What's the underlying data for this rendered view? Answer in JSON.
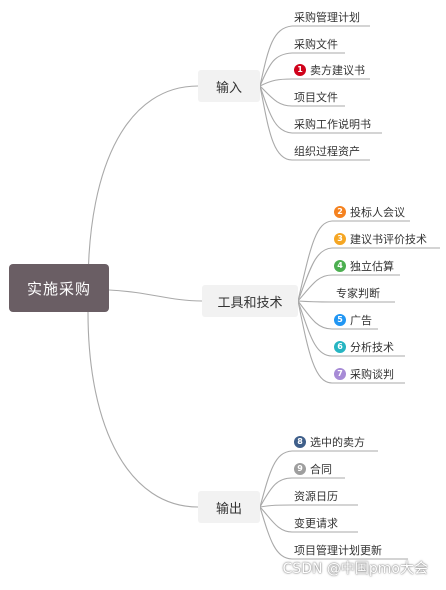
{
  "root": {
    "label": "实施采购"
  },
  "branches": [
    {
      "label": "输入",
      "children": [
        {
          "label": "采购管理计划"
        },
        {
          "label": "采购文件"
        },
        {
          "label": "卖方建议书",
          "badge": "1",
          "badge_color": "#d0021b"
        },
        {
          "label": "项目文件"
        },
        {
          "label": "采购工作说明书"
        },
        {
          "label": "组织过程资产"
        }
      ]
    },
    {
      "label": "工具和技术",
      "children": [
        {
          "label": "投标人会议",
          "badge": "2",
          "badge_color": "#f5821f"
        },
        {
          "label": "建议书评价技术",
          "badge": "3",
          "badge_color": "#f5a623"
        },
        {
          "label": "独立估算",
          "badge": "4",
          "badge_color": "#4caf50"
        },
        {
          "label": "专家判断"
        },
        {
          "label": "广告",
          "badge": "5",
          "badge_color": "#2196f3"
        },
        {
          "label": "分析技术",
          "badge": "6",
          "badge_color": "#26b5c2"
        },
        {
          "label": "采购谈判",
          "badge": "7",
          "badge_color": "#a78bd6"
        }
      ]
    },
    {
      "label": "输出",
      "children": [
        {
          "label": "选中的卖方",
          "badge": "8",
          "badge_color": "#3f5f8a"
        },
        {
          "label": "合同",
          "badge": "9",
          "badge_color": "#9e9e9e"
        },
        {
          "label": "资源日历"
        },
        {
          "label": "变更请求"
        },
        {
          "label": "项目管理计划更新"
        }
      ]
    }
  ],
  "watermark": "CSDN @中国pmo大会"
}
